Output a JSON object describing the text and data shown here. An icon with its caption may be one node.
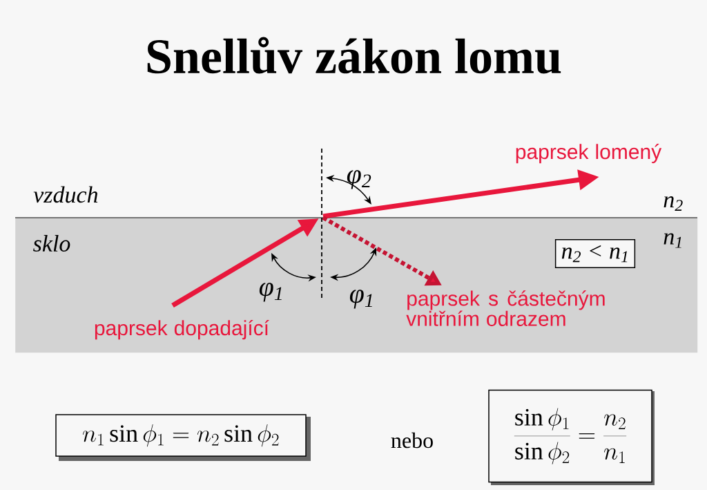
{
  "diagram": {
    "title": "Snellův zákon lomu",
    "nodes": [
      {
        "text": [
          "sklo",
          "n$_{1}$"
        ]
      },
      {
        "text": [
          "n$_{2}$ < n$_{1}$"
        ],
        "in": 0
      },
      {
        "text": [
          "n_1 \\sin\\phi_1 = n_2 \\sin\\phi_2"
        ]
      },
      {
        "text": [
          "\\frac{\\sin\\phi_1}{\\sin\\phi_2} = \\frac{n_2}{n_1}"
        ]
      }
    ],
    "labels": [
      "vzduch",
      "n$_{2}$",
      "paprsek lomený",
      "φ$_{2}$",
      "φ$_{1}$",
      "φ$_{1}$",
      "paprsek dopadající",
      "paprsek s částečným vnitřním odrazem",
      "nebo"
    ]
  }
}
